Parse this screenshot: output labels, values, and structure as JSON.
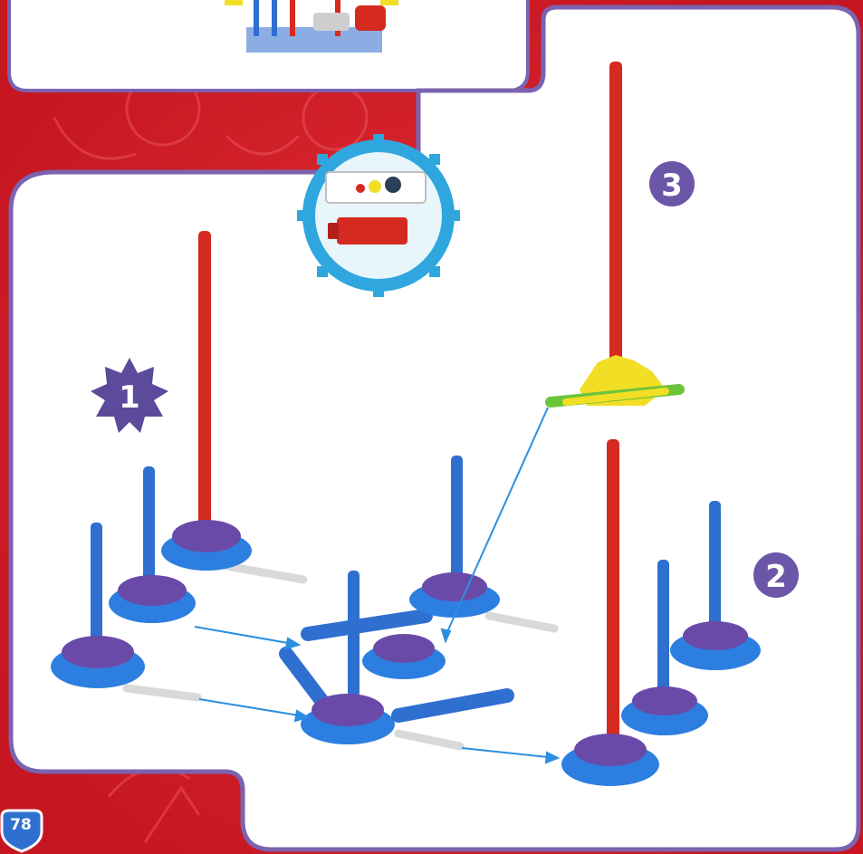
{
  "page": {
    "number": "78",
    "background_color": "#d81e2a",
    "panel_border_color": "#7b63b0",
    "panel_fill_color": "#ffffff"
  },
  "steps": [
    {
      "number": "1",
      "marker_shape": "starburst",
      "color": "#5c4a9a"
    },
    {
      "number": "2",
      "marker_shape": "circle",
      "color": "#6b56a8"
    },
    {
      "number": "3",
      "marker_shape": "circle",
      "color": "#6b56a8"
    }
  ],
  "parts_callout": {
    "items": [
      "motor-gearbox-part",
      "battery-pack-part"
    ],
    "ring_color": "#2fa7de"
  },
  "part_colors": {
    "red_rod": "#d42a1f",
    "blue_rod": "#2f6fd0",
    "purple_connector": "#6a4aa8",
    "blue_connector": "#2c7fe0",
    "yellow_connector": "#f2de25",
    "green_connector": "#6cc43a",
    "white_rod": "#f2f2f2",
    "arrow": "#2a8fe0"
  }
}
